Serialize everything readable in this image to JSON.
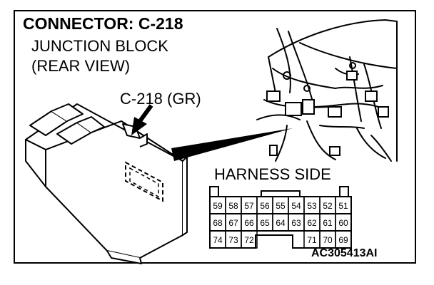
{
  "title": "CONNECTOR: C-218",
  "subtitle_line1": "JUNCTION BLOCK",
  "subtitle_line2": "(REAR VIEW)",
  "callout_label": "C-218 (GR)",
  "harness_label": "HARNESS SIDE",
  "figure_id": "AC305413AI",
  "pins": {
    "row1": [
      "59",
      "58",
      "57",
      "56",
      "55",
      "54",
      "53",
      "52",
      "51"
    ],
    "row2": [
      "68",
      "67",
      "66",
      "65",
      "64",
      "63",
      "62",
      "61",
      "60"
    ],
    "row3_left": [
      "74",
      "73",
      "72"
    ],
    "row3_right": [
      "71",
      "70",
      "69"
    ]
  }
}
